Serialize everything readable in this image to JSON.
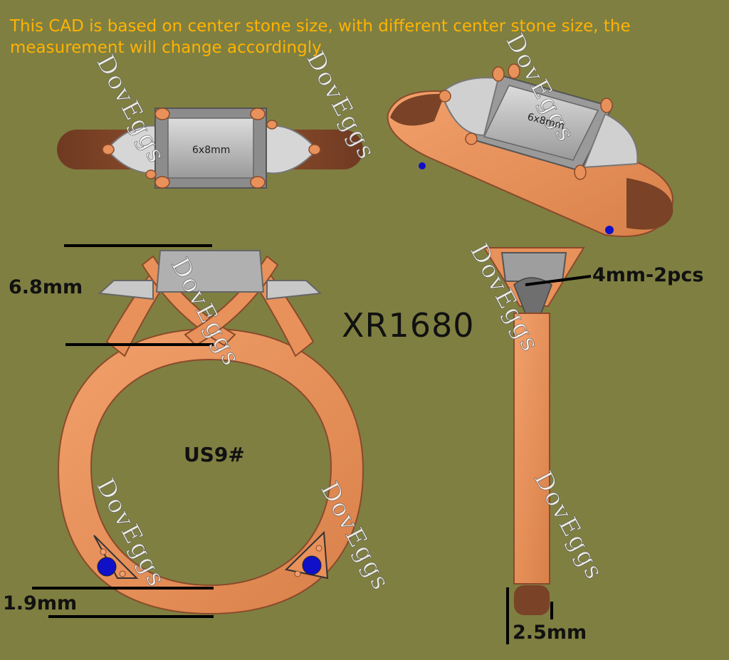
{
  "note_line1": "This CAD is based on center stone size, with different center stone size, the",
  "note_line2": "measurement will change accordingly",
  "model_code": "XR1680",
  "center_stone_size": "6x8mm",
  "ring_size": "US9#",
  "height_label": "6.8mm",
  "band_width_label": "1.9mm",
  "band_thickness_label": "2.5mm",
  "side_stone_label": "4mm-2pcs",
  "watermark": "DovEggs",
  "colors": {
    "background": "#7f7f42",
    "metal": "#e8915a",
    "metal_shadow": "#7a4226",
    "stone": "#b8b8b8",
    "accent_stone": "#1010c8",
    "note_text": "#ffb300"
  },
  "icons": [
    "ring-top-view",
    "ring-perspective-view",
    "ring-front-view",
    "ring-side-view",
    "sapphire-accent-icon"
  ]
}
